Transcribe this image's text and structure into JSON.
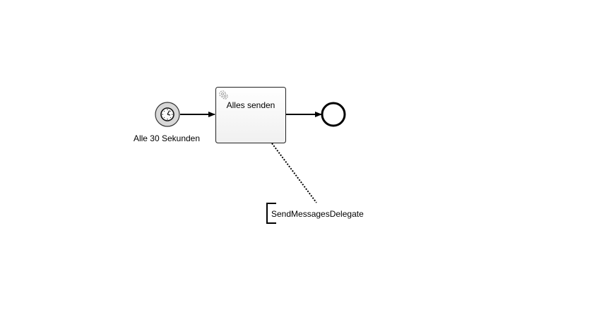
{
  "diagram": {
    "start_event": {
      "label": "Alle 30 Sekunden",
      "type": "timer-start-event"
    },
    "task": {
      "label": "Alles senden",
      "type": "service-task"
    },
    "end_event": {
      "type": "end-event"
    },
    "annotation": {
      "text": "SendMessagesDelegate"
    }
  },
  "colors": {
    "stroke": "#000000",
    "task_fill_top": "#ffffff",
    "task_fill_bottom": "#f0f0f0",
    "timer_fill": "#d8d8d8",
    "gear": "#9a9a9a"
  }
}
